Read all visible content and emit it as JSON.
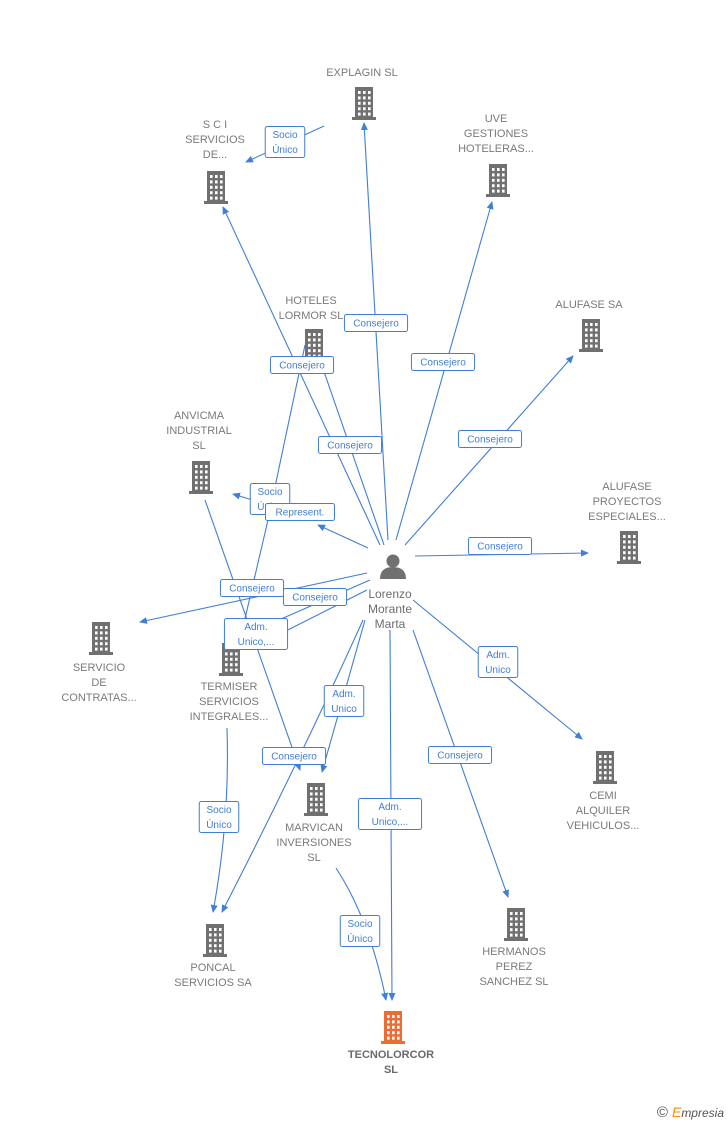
{
  "center": {
    "name_lines": [
      "Lorenzo",
      "Morante",
      "Marta"
    ]
  },
  "nodes": [
    {
      "id": "explagin",
      "label_lines": [
        "EXPLAGIN  SL"
      ]
    },
    {
      "id": "sci",
      "label_lines": [
        "S C I",
        "SERVICIOS",
        "DE..."
      ]
    },
    {
      "id": "uve",
      "label_lines": [
        "UVE",
        "GESTIONES",
        "HOTELERAS..."
      ]
    },
    {
      "id": "hoteles",
      "label_lines": [
        "HOTELES",
        "LORMOR SL"
      ]
    },
    {
      "id": "alufase",
      "label_lines": [
        "ALUFASE SA"
      ]
    },
    {
      "id": "anvicma",
      "label_lines": [
        "ANVICMA",
        "INDUSTRIAL",
        "SL"
      ]
    },
    {
      "id": "alufase_pe",
      "label_lines": [
        "ALUFASE",
        "PROYECTOS",
        "ESPECIALES..."
      ]
    },
    {
      "id": "servicio",
      "label_lines": [
        "SERVICIO",
        "DE",
        "CONTRATAS..."
      ]
    },
    {
      "id": "termiser",
      "label_lines": [
        "TERMISER",
        "SERVICIOS",
        "INTEGRALES..."
      ]
    },
    {
      "id": "cemi",
      "label_lines": [
        "CEMI",
        "ALQUILER",
        "VEHICULOS..."
      ]
    },
    {
      "id": "marvican",
      "label_lines": [
        "MARVICAN",
        "INVERSIONES",
        "SL"
      ]
    },
    {
      "id": "poncal",
      "label_lines": [
        "PONCAL",
        "SERVICIOS SA"
      ]
    },
    {
      "id": "hermanos",
      "label_lines": [
        "HERMANOS",
        "PEREZ",
        "SANCHEZ SL"
      ]
    },
    {
      "id": "tecnolorcor",
      "label_lines": [
        "TECNOLORCOR",
        "SL"
      ],
      "highlight": true
    }
  ],
  "edge_labels": [
    {
      "id": "e_sci",
      "lines": [
        "Socio",
        "Único"
      ]
    },
    {
      "id": "e_explagin",
      "lines": [
        "Consejero"
      ]
    },
    {
      "id": "e_uve",
      "lines": [
        "Consejero"
      ]
    },
    {
      "id": "e_hoteles",
      "lines": [
        "Consejero"
      ]
    },
    {
      "id": "e_sci2",
      "lines": [
        "Consejero"
      ]
    },
    {
      "id": "e_alufase",
      "lines": [
        "Consejero"
      ]
    },
    {
      "id": "e_anvicma_socio",
      "lines": [
        "Socio",
        "Único"
      ]
    },
    {
      "id": "e_represent",
      "lines": [
        "Represent."
      ]
    },
    {
      "id": "e_alufase_pe",
      "lines": [
        "Consejero"
      ]
    },
    {
      "id": "e_servicio",
      "lines": [
        "Consejero"
      ]
    },
    {
      "id": "e_termiser",
      "lines": [
        "Consejero"
      ]
    },
    {
      "id": "e_adm_unico_dots",
      "lines": [
        "Adm.",
        "Unico,..."
      ]
    },
    {
      "id": "e_cemi",
      "lines": [
        "Adm.",
        "Unico"
      ]
    },
    {
      "id": "e_marvican",
      "lines": [
        "Adm.",
        "Unico"
      ]
    },
    {
      "id": "e_poncal_cons",
      "lines": [
        "Consejero"
      ]
    },
    {
      "id": "e_hermanos",
      "lines": [
        "Consejero"
      ]
    },
    {
      "id": "e_termiser_poncal",
      "lines": [
        "Socio",
        "Único"
      ]
    },
    {
      "id": "e_tecno_adm",
      "lines": [
        "Adm.",
        "Unico,..."
      ]
    },
    {
      "id": "e_marvican_tecno",
      "lines": [
        "Socio",
        "Único"
      ]
    }
  ],
  "footer": {
    "copyright": "©",
    "brand_initial": "E",
    "brand_rest": "mpresia"
  },
  "colors": {
    "edge": "#3f7fd6",
    "building": "#707070",
    "building_highlight": "#ef6b36",
    "person": "#707070",
    "label": "#7a7a7a"
  },
  "icons": {
    "company": "building-icon",
    "person": "person-icon"
  }
}
